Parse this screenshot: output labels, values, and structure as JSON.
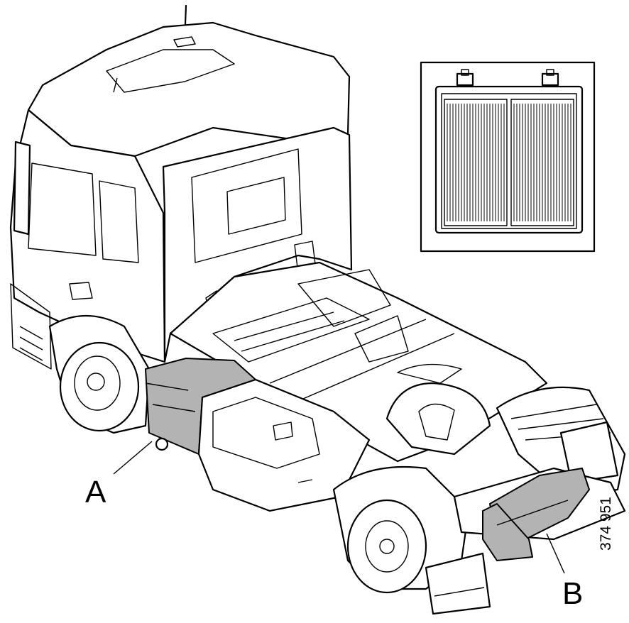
{
  "labels": {
    "callout_a": "A",
    "callout_b": "B",
    "reference_number": "374 951"
  },
  "colors": {
    "line": "#000000",
    "highlight": "#b3b3b3",
    "background": "#ffffff"
  },
  "icons": {
    "inset": "battery-icon"
  }
}
